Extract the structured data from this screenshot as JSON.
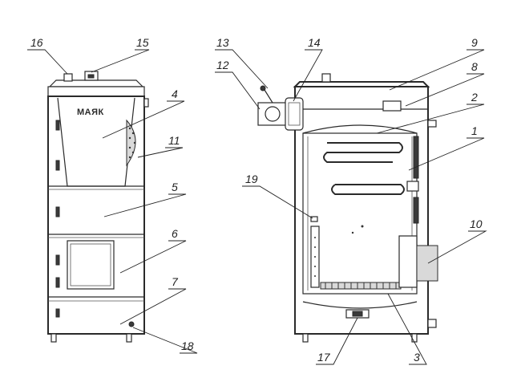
{
  "front_view": {
    "brand_text": "МАЯК"
  },
  "callouts": [
    {
      "id": "c1",
      "label": "1"
    },
    {
      "id": "c2",
      "label": "2"
    },
    {
      "id": "c3",
      "label": "3"
    },
    {
      "id": "c4",
      "label": "4"
    },
    {
      "id": "c5",
      "label": "5"
    },
    {
      "id": "c6",
      "label": "6"
    },
    {
      "id": "c7",
      "label": "7"
    },
    {
      "id": "c8",
      "label": "8"
    },
    {
      "id": "c9",
      "label": "9"
    },
    {
      "id": "c10",
      "label": "10"
    },
    {
      "id": "c11",
      "label": "11"
    },
    {
      "id": "c12",
      "label": "12"
    },
    {
      "id": "c13",
      "label": "13"
    },
    {
      "id": "c14",
      "label": "14"
    },
    {
      "id": "c15",
      "label": "15"
    },
    {
      "id": "c16",
      "label": "16"
    },
    {
      "id": "c17",
      "label": "17"
    },
    {
      "id": "c18",
      "label": "18"
    },
    {
      "id": "c19",
      "label": "19"
    }
  ]
}
